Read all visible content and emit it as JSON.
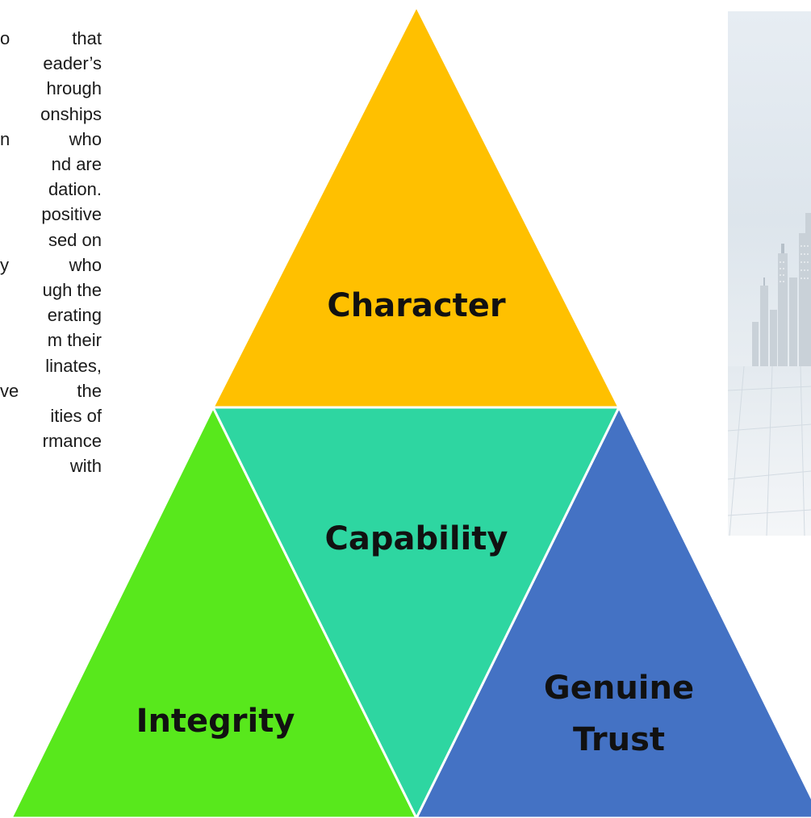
{
  "text_block": {
    "lines": [
      "o   that",
      "eader’s",
      "hrough",
      "onships",
      "n    who",
      "nd are",
      "dation.",
      "positive",
      "sed on",
      "y    who",
      "ugh the",
      "erating",
      "m their",
      "linates,",
      "ve   the",
      "ities of",
      "rmance",
      "with"
    ]
  },
  "diagram": {
    "top": {
      "label": "Character",
      "color": "#FFC000"
    },
    "middle": {
      "label": "Capability",
      "color": "#2ED6A1"
    },
    "left": {
      "label": "Integrity",
      "color": "#58E81C"
    },
    "right": {
      "label_line1": "Genuine",
      "label_line2": "Trust",
      "color": "#4472C4"
    }
  },
  "photo": {
    "description_icon": "city-skyline-image"
  }
}
